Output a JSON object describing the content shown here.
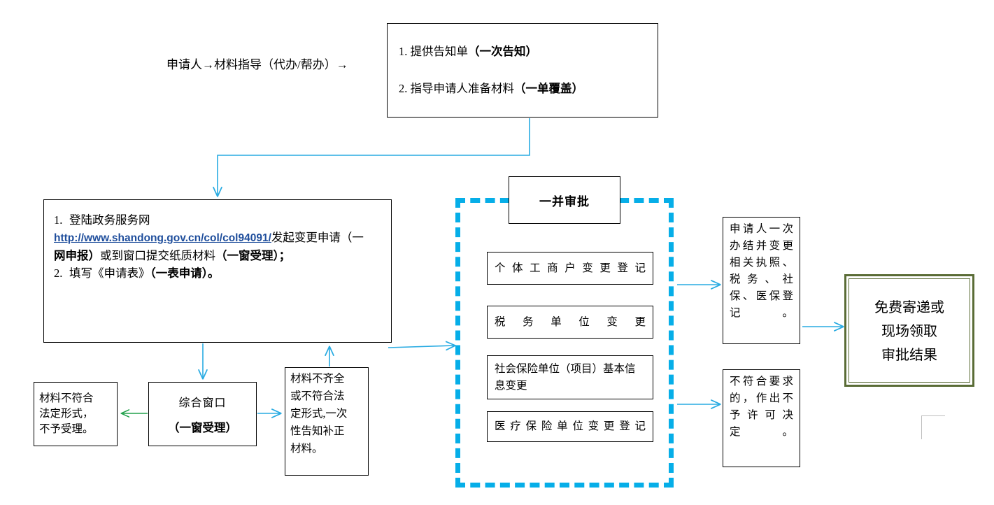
{
  "page": {
    "title": "个体工商户变更登记一件事流程图",
    "colors": {
      "arrow_blue": "#29ABE2",
      "arrow_green": "#22A14B",
      "dashed_cyan": "#06AEE8",
      "link_blue": "#1F4E9C",
      "final_green": "#5A6C36",
      "corner_gray": "#BFBFBF"
    }
  },
  "header": {
    "flow_text": "申请人→材料指导（代办/帮办）→"
  },
  "notice_box": {
    "name": "告知单说明",
    "lines": [
      {
        "index": "1.",
        "text": "提供告知单",
        "emphasis": "（一次告知）"
      },
      {
        "index": "2.",
        "text": "指导申请人准备材料",
        "emphasis": "（一单覆盖）"
      }
    ]
  },
  "apply_box": {
    "line1_index": "1.",
    "line1_text": "登陆政务服务网",
    "link": "http://www.shandong.gov.cn/col/col94091/",
    "line2_tail_a": "发起变更申请（一",
    "line2_tail_b": "网申报）",
    "line2_tail_c": "或到窗口提交纸质材料",
    "line2_tail_d": "（一窗受理）；",
    "line3_index": "2.",
    "line3_text": "填写《申请表》",
    "line3_emphasis": "（一表申请）。"
  },
  "reject_box": {
    "lines": [
      "材料不符合",
      "法定形式，",
      "不予受理。"
    ]
  },
  "window_box": {
    "title": "综合窗口",
    "subtitle": "（一窗受理）"
  },
  "incomplete_box": {
    "lines": [
      "材料不齐全",
      "或不符合法",
      "定形式,一次",
      "性告知补正",
      "材料。"
    ]
  },
  "approval_region": {
    "title": "一并审批",
    "items": [
      {
        "text": "个体工商户变更登记",
        "justify": true
      },
      {
        "text": "税务单位变更",
        "justify": true
      },
      {
        "text": "社会保险单位（项目）基本信息变更",
        "justify": false
      },
      {
        "text": "医疗保险单位变更登记",
        "justify": true
      }
    ]
  },
  "result_box": {
    "text": "申请人一次办结并变更相关执照、税务、社保、医保登记。"
  },
  "refuse_box": {
    "text": "不符合要求的，作出不予许可决定。"
  },
  "final_box": {
    "lines": [
      "免费寄递或",
      "现场领取",
      "审批结果"
    ]
  }
}
